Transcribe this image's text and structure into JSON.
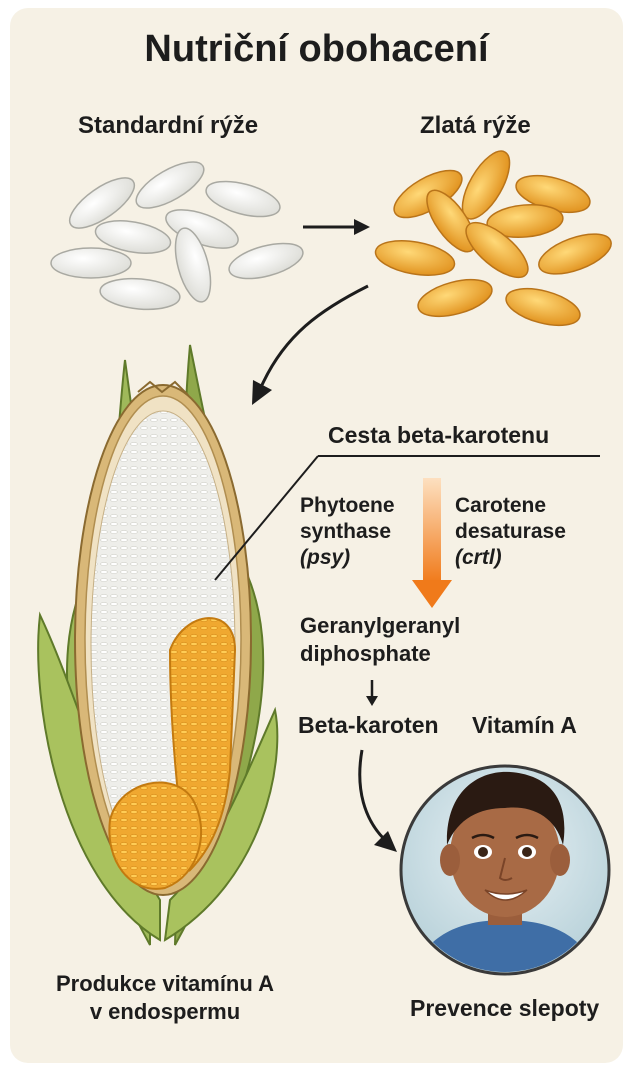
{
  "title": "Nutriční obohacení",
  "standard_rice_label": "Standardní rýže",
  "golden_rice_label": "Zlatá rýže",
  "pathway_title": "Cesta beta-karotenu",
  "enzyme_1": {
    "name_line1": "Phytoene",
    "name_line2": "synthase",
    "gene": "(psy)"
  },
  "enzyme_2": {
    "name_line1": "Carotene",
    "name_line2": "desaturase",
    "gene": "(crtl)"
  },
  "precursor": {
    "line1": "Geranylgeranyl",
    "line2": "diphosphate"
  },
  "product": "Beta-karoten",
  "vitamin": "Vitamín A",
  "endosperm_caption": {
    "line1": "Produkce vitamínu A",
    "line2": "v endospermu"
  },
  "outcome_caption": "Prevence slepoty",
  "colors": {
    "background": "#f6f1e5",
    "white_rice": "#f2f2f0",
    "golden_rice": "#f0a830",
    "husk_green": "#8fa84a",
    "arrow_orange": "#f07a1a",
    "skin": "#a86a45"
  }
}
